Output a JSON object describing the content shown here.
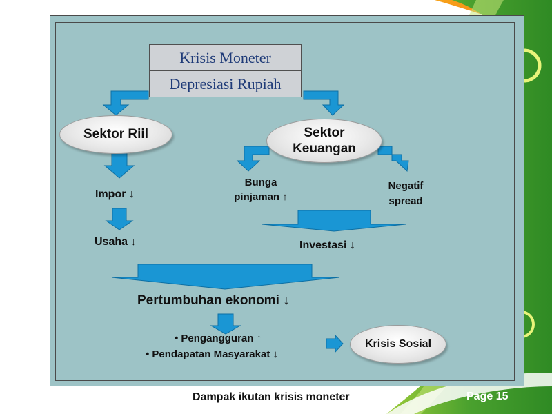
{
  "diagram": {
    "top_box_1": "Krisis Moneter",
    "top_box_2": "Depresiasi Rupiah",
    "sektor_riil": "Sektor Riil",
    "sektor_keuangan_1": "Sektor",
    "sektor_keuangan_2": "Keuangan",
    "impor": "Impor",
    "usaha": "Usaha",
    "bunga_1": "Bunga",
    "bunga_2": "pinjaman",
    "negatif_1": "Negatif",
    "negatif_2": "spread",
    "investasi": "Investasi",
    "pertumbuhan": "Pertumbuhan ekonomi",
    "pengangguran": "• Pengangguran",
    "pendapatan": "• Pendapatan Masyarakat",
    "krisis_sosial": "Krisis Sosial",
    "arrow_down": "↓",
    "arrow_up": "↑"
  },
  "footer": {
    "caption": "Dampak ikutan krisis moneter",
    "page": "Page 15"
  },
  "colors": {
    "panel": "#9dc3c6",
    "arrow": "#1a96d4",
    "green": "#3f9a2a"
  }
}
